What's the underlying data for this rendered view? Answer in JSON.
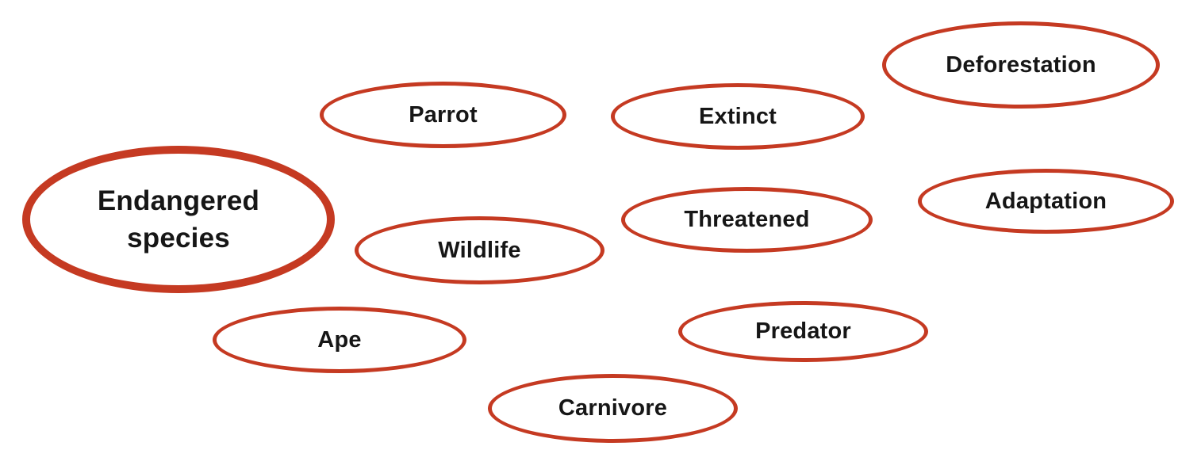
{
  "diagram": {
    "type": "concept-map",
    "accent_color": "#C53A22",
    "text_color": "#161616",
    "background_color": "#FFFFFF",
    "center_node": {
      "label": "Endangered species"
    },
    "nodes": [
      {
        "label": "Parrot"
      },
      {
        "label": "Extinct"
      },
      {
        "label": "Deforestation"
      },
      {
        "label": "Threatened"
      },
      {
        "label": "Adaptation"
      },
      {
        "label": "Wildlife"
      },
      {
        "label": "Ape"
      },
      {
        "label": "Predator"
      },
      {
        "label": "Carnivore"
      }
    ]
  }
}
